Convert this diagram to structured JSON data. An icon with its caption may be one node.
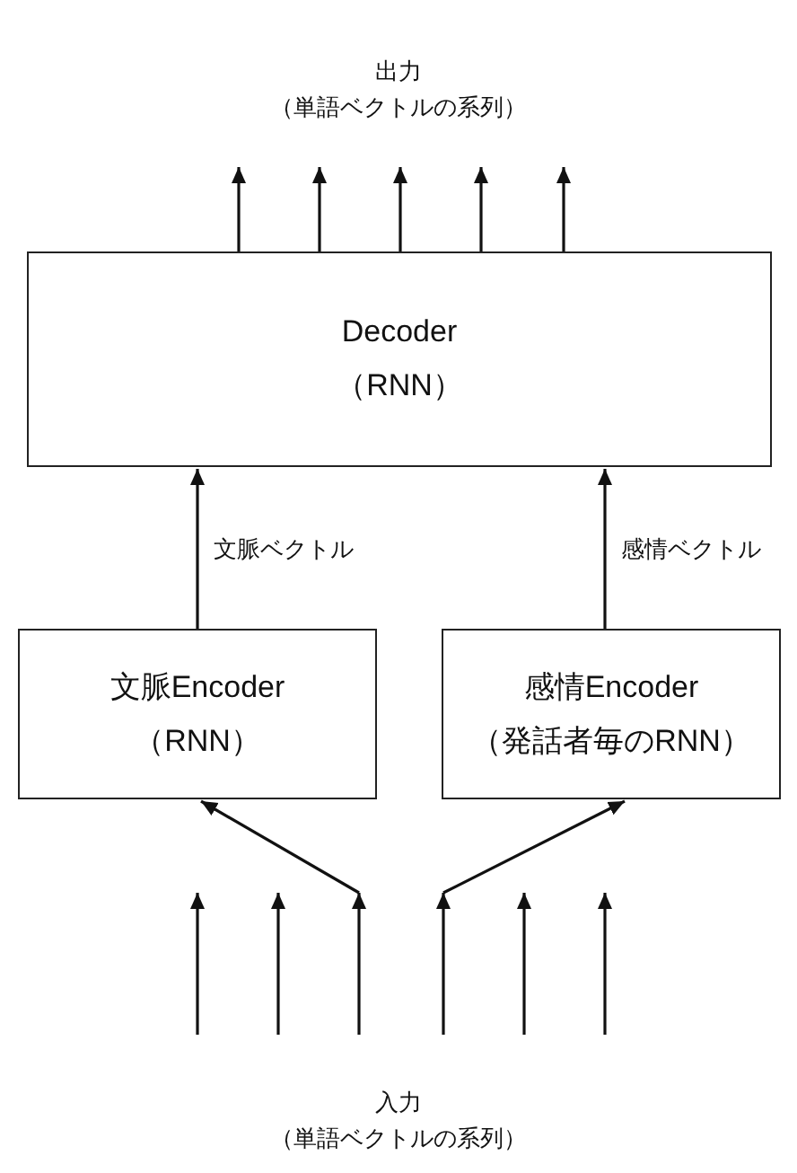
{
  "diagram": {
    "nodes": [
      {
        "text": [
          "出力",
          "（単語ベクトルの系列）"
        ]
      },
      {
        "text": [
          "Decoder （RNN）"
        ]
      },
      {
        "text": [
          "文脈Encoder （RNN）"
        ]
      },
      {
        "text": [
          "感情Encoder （発話者毎のRNN）"
        ]
      }
    ],
    "edges": [
      {
        "from": 1,
        "to": 0,
        "arrow": "to"
      },
      {
        "from": 1,
        "to": 0,
        "arrow": "to"
      },
      {
        "from": 1,
        "to": 0,
        "arrow": "to"
      },
      {
        "from": 1,
        "to": 0,
        "arrow": "to"
      },
      {
        "from": 1,
        "to": 0,
        "arrow": "to"
      },
      {
        "from": 2,
        "to": 1,
        "arrow": "to",
        "label": "文脈ベクトル"
      },
      {
        "from": 3,
        "to": 1,
        "arrow": "to",
        "label": "感情ベクトル"
      },
      {
        "from": null,
        "to": 2,
        "arrow": "to"
      },
      {
        "from": null,
        "to": 3,
        "arrow": "to"
      }
    ],
    "labels": [
      "入力",
      "（単語ベクトルの系列）"
    ]
  }
}
